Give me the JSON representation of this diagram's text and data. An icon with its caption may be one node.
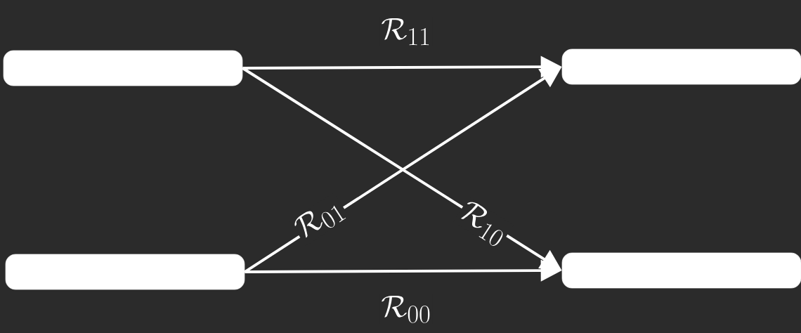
{
  "diagram": {
    "nodes": [
      {
        "text": [],
        "shape": "bar"
      },
      {
        "text": [],
        "shape": "bar"
      },
      {
        "text": [],
        "shape": "bar"
      },
      {
        "text": [],
        "shape": "bar"
      }
    ],
    "edges": [
      {
        "from": 0,
        "to": 1,
        "arrow": "to",
        "label": "\\mathcal{R}_{11}"
      },
      {
        "from": 0,
        "to": 3,
        "arrow": "to",
        "label": "\\mathcal{R}_{10}"
      },
      {
        "from": 2,
        "to": 1,
        "arrow": "to",
        "label": "\\mathcal{R}_{01}"
      },
      {
        "from": 2,
        "to": 3,
        "arrow": "to",
        "label": "\\mathcal{R}_{00}"
      }
    ]
  }
}
